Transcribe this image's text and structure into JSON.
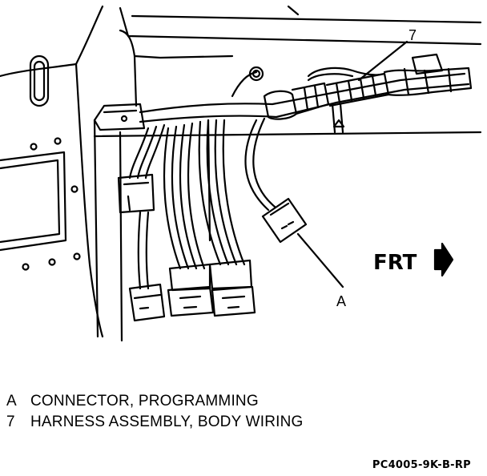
{
  "callouts": {
    "a": "A",
    "seven": "7"
  },
  "direction": {
    "label": "FRT"
  },
  "legend": [
    {
      "key": "A",
      "text": "CONNECTOR, PROGRAMMING"
    },
    {
      "key": "7",
      "text": "HARNESS ASSEMBLY, BODY WIRING"
    }
  ],
  "figure_code": "PC4005-9K-B-RP"
}
